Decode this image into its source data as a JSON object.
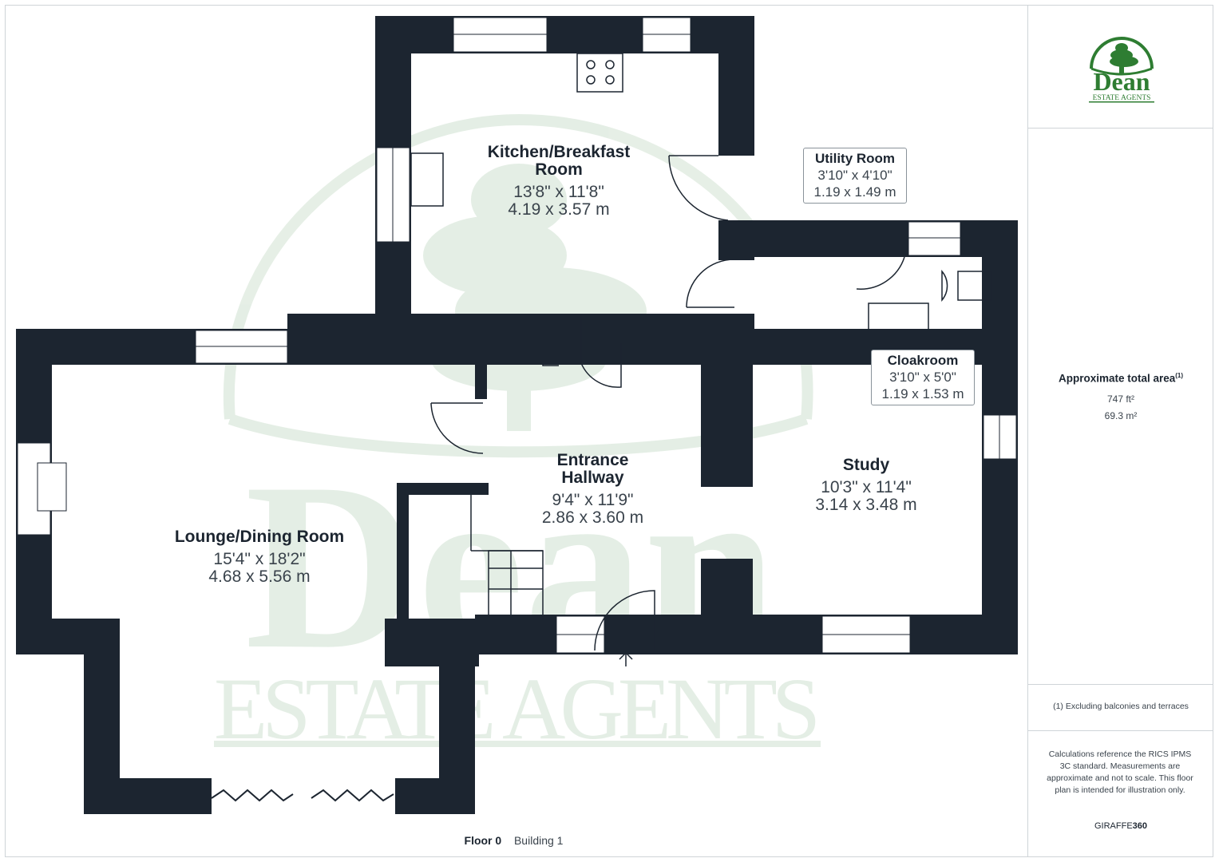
{
  "brand": {
    "name": "Dean",
    "tagline": "ESTATE AGENTS",
    "color": "#2e7d32"
  },
  "watermark": {
    "name": "Dean",
    "tagline": "ESTATE AGENTS"
  },
  "rooms": {
    "kitchen": {
      "name_line1": "Kitchen/Breakfast",
      "name_line2": "Room",
      "imperial": "13'8\" x 11'8\"",
      "metric": "4.19 x 3.57 m"
    },
    "utility": {
      "name": "Utility Room",
      "imperial": "3'10\" x 4'10\"",
      "metric": "1.19 x 1.49 m"
    },
    "cloakroom": {
      "name": "Cloakroom",
      "imperial": "3'10\" x 5'0\"",
      "metric": "1.19 x 1.53 m"
    },
    "hallway": {
      "name_line1": "Entrance",
      "name_line2": "Hallway",
      "imperial": "9'4\" x 11'9\"",
      "metric": "2.86 x 3.60 m"
    },
    "study": {
      "name": "Study",
      "imperial": "10'3\" x 11'4\"",
      "metric": "3.14 x 3.48 m"
    },
    "lounge": {
      "name": "Lounge/Dining Room",
      "imperial": "15'4\" x 18'2\"",
      "metric": "4.68 x 5.56 m"
    }
  },
  "sidebar": {
    "area_title": "Approximate total area",
    "area_sup": "(1)",
    "area_ft": "747 ft²",
    "area_m": "69.3 m²",
    "footnote": "(1) Excluding balconies and terraces",
    "disclaimer": "Calculations reference the RICS IPMS 3C standard. Measurements are approximate and not to scale. This floor plan is intended for illustration only.",
    "provider_a": "GIRAFFE",
    "provider_b": "360"
  },
  "footer": {
    "floor": "Floor 0",
    "building": "Building 1"
  },
  "colors": {
    "wall": "#1c2530",
    "watermark": "#2e7d32",
    "text_muted": "#3a434c"
  }
}
